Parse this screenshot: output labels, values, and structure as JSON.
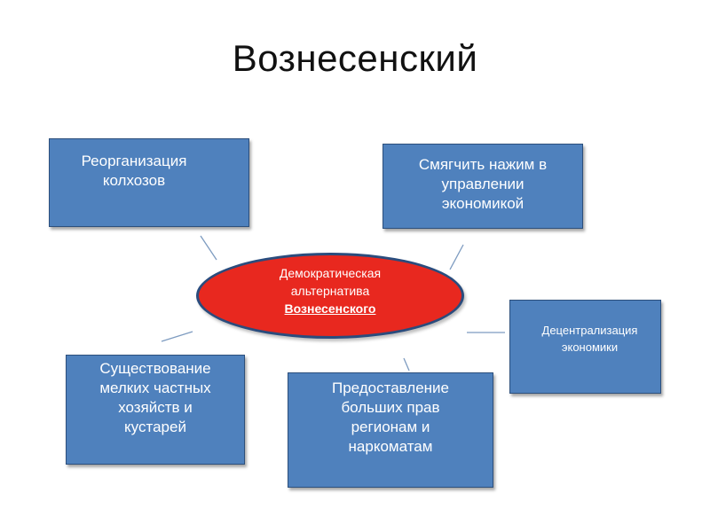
{
  "title": "Вознесенский",
  "colors": {
    "box_fill": "#4f81bd",
    "box_border": "#2c4f7c",
    "center_fill": "#e8281f",
    "center_border": "#2a4c7d",
    "connector": "#7d9bc0"
  },
  "center": {
    "line1": "Демократическая",
    "line2": "альтернатива",
    "line3": "Вознесенского"
  },
  "boxes": [
    {
      "lines": [
        "Реорганизация",
        "колхозов"
      ]
    },
    {
      "lines": [
        "Смягчить нажим в",
        "управлении",
        "экономикой"
      ]
    },
    {
      "lines": [
        "Децентрализация",
        "экономики"
      ]
    },
    {
      "lines": [
        "Существование",
        "мелких частных",
        "хозяйств и",
        "кустарей"
      ]
    },
    {
      "lines": [
        "Предоставление",
        "больших прав",
        "регионам и",
        "наркоматам"
      ]
    }
  ]
}
